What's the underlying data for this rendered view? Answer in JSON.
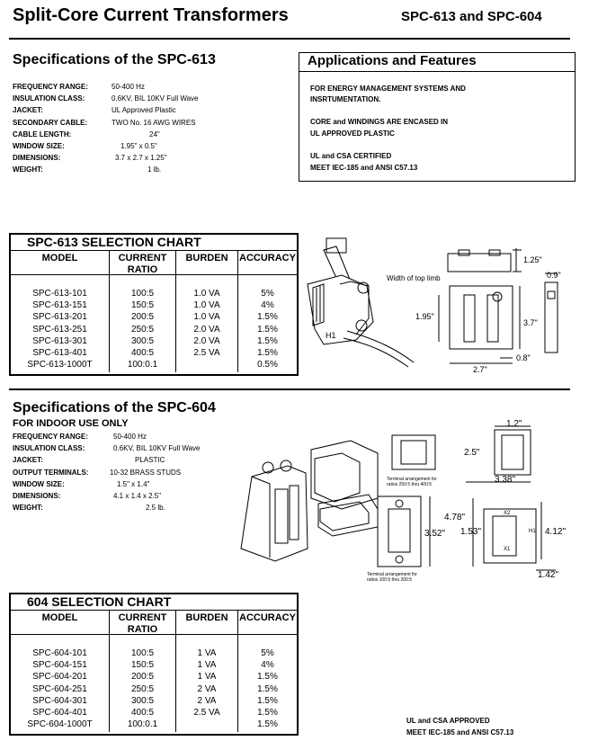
{
  "header": {
    "title": "Split-Core Current Transformers",
    "models": "SPC-613 and SPC-604"
  },
  "spc613": {
    "title": "Specifications of the SPC-613",
    "specs": [
      {
        "label": "FREQUENCY RANGE:",
        "value": "50-400 Hz"
      },
      {
        "label": "INSULATION CLASS:",
        "value": "0.6KV, BIL 10KV Full Wave"
      },
      {
        "label": "JACKET:",
        "value": "UL Approved Plastic"
      },
      {
        "label": "SECONDARY CABLE:",
        "value": "TWO No. 16 AWG WIRES"
      },
      {
        "label": "CABLE LENGTH:",
        "value": "24\""
      },
      {
        "label": "WINDOW SIZE:",
        "value": "1.95\" x 0.5\""
      },
      {
        "label": "DIMENSIONS:",
        "value": "3.7 x 2.7 x 1.25\""
      },
      {
        "label": "WEIGHT:",
        "value": "1 lb."
      }
    ],
    "chart": {
      "title": "SPC-613 SELECTION CHART",
      "headers": [
        "MODEL",
        "CURRENT\nRATIO",
        "BURDEN",
        "ACCURACY"
      ],
      "rows": [
        [
          "SPC-613-101",
          "100:5",
          "1.0 VA",
          "5%"
        ],
        [
          "SPC-613-151",
          "150:5",
          "1.0 VA",
          "4%"
        ],
        [
          "SPC-613-201",
          "200:5",
          "1.0 VA",
          "1.5%"
        ],
        [
          "SPC-613-251",
          "250:5",
          "2.0 VA",
          "1.5%"
        ],
        [
          "SPC-613-301",
          "300:5",
          "2.0 VA",
          "1.5%"
        ],
        [
          "SPC-613-401",
          "400:5",
          "2.5 VA",
          "1.5%"
        ],
        [
          "SPC-613-1000T",
          "100:0.1",
          "",
          "0.5%"
        ]
      ]
    },
    "dims": {
      "d125": "1.25\"",
      "d09": "0.9\"",
      "window_note": "Width of top limb",
      "d195": "1.95\"",
      "d37": "3.7\"",
      "d08": "0.8\"",
      "d27": "2.7\"",
      "h1": "H1"
    }
  },
  "applications": {
    "title": "Applications and Features",
    "lines": [
      "FOR ENERGY MANAGEMENT SYSTEMS AND",
      "INSRTUMENTATION.",
      "CORE and WINDINGS ARE ENCASED IN",
      "UL APPROVED PLASTIC",
      "UL and CSA CERTIFIED",
      "MEET IEC-185 and ANSI C57.13"
    ]
  },
  "spc604": {
    "title": "Specifications of the SPC-604",
    "subtitle": "FOR INDOOR USE ONLY",
    "specs": [
      {
        "label": "FREQUENCY RANGE:",
        "value": "50-400 Hz"
      },
      {
        "label": "INSULATION CLASS:",
        "value": "0.6KV, BIL 10KV Full Wave"
      },
      {
        "label": "JACKET:",
        "value": "PLASTIC"
      },
      {
        "label": "OUTPUT TERMINALS:",
        "value": "10-32  BRASS STUDS"
      },
      {
        "label": "WINDOW SIZE:",
        "value": "1.5\" x 1.4\""
      },
      {
        "label": "DIMENSIONS:",
        "value": "4.1 x 1.4 x 2.5\""
      },
      {
        "label": "WEIGHT:",
        "value": "2.5 lb."
      }
    ],
    "chart": {
      "title": "604 SELECTION CHART",
      "headers": [
        "MODEL",
        "CURRENT\nRATIO",
        "BURDEN",
        "ACCURACY"
      ],
      "rows": [
        [
          "SPC-604-101",
          "100:5",
          "1 VA",
          "5%"
        ],
        [
          "SPC-604-151",
          "150:5",
          "1 VA",
          "4%"
        ],
        [
          "SPC-604-201",
          "200:5",
          "1 VA",
          "1.5%"
        ],
        [
          "SPC-604-251",
          "250:5",
          "2 VA",
          "1.5%"
        ],
        [
          "SPC-604-301",
          "300:5",
          "2 VA",
          "1.5%"
        ],
        [
          "SPC-604-401",
          "400:5",
          "2.5 VA",
          "1.5%"
        ],
        [
          "SPC-604-1000T",
          "100:0.1",
          "",
          "1.5%"
        ]
      ]
    },
    "dims": {
      "d12": "1.2\"",
      "d25": "2.5\"",
      "d338": "3.38\"",
      "note1a": "Terminal arrangement for",
      "note1b": "ratios 250:5 thru 400:5",
      "d478": "4.78\"",
      "d412": "4.12\"",
      "d153": "1.53\"",
      "d352": "3.52\"",
      "x2": "X2",
      "x1": "X1",
      "h1": "H1",
      "d142": "1.42\"",
      "note2a": "Terminal arrangement for",
      "note2b": "ratios 100:5 thru 200:5"
    },
    "footer": [
      "UL and CSA APPROVED",
      "MEET IEC-185 and ANSI C57.13"
    ]
  }
}
